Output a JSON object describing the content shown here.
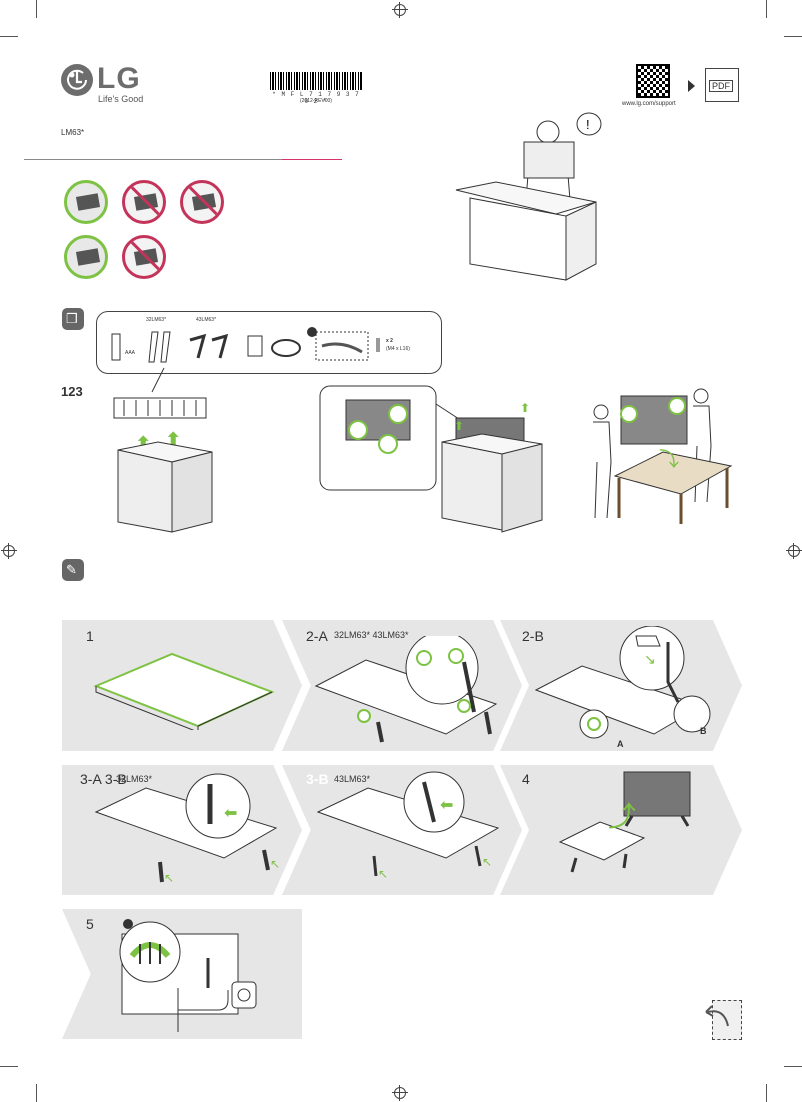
{
  "brand": {
    "name": "LG",
    "tagline": "Life's Good"
  },
  "model": "LM63*",
  "barcode": {
    "number": "* M F L 7 1 7 9 3 7 0 2 *",
    "revision": "(2012-REV00)"
  },
  "support": {
    "url": "www.lg.com/support",
    "pdf_label": "PDF"
  },
  "accessories": {
    "model_32": "32LM63*",
    "model_43": "43LM63*",
    "battery": "AAA",
    "screw_count": "x 2",
    "screw_spec": "(M4 x L16)"
  },
  "unpack_step": "123",
  "steps": {
    "s1": "1",
    "s2a": "2-A",
    "s2a_models": "32LM63* 43LM63*",
    "s2b": "2-B",
    "s2b_label_a": "A",
    "s2b_label_b": "B",
    "s3a": "3-A 3-B",
    "s3a_model": "32LM63*",
    "s3b": "3-B",
    "s3b_model": "43LM63*",
    "s4": "4",
    "s5": "5"
  },
  "colors": {
    "accent_green": "#7dc242",
    "warning_red": "#c4345a",
    "rule_red": "#d6336c"
  }
}
